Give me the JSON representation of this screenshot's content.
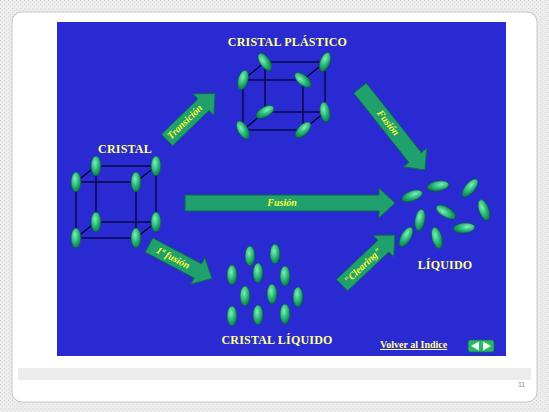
{
  "diagram": {
    "nodes": [
      {
        "text": [
          "CRISTAL PLÁSTICO"
        ]
      },
      {
        "text": [
          "CRISTAL"
        ]
      },
      {
        "text": [
          "LÍQUIDO"
        ]
      },
      {
        "text": [
          "CRISTAL LÍQUIDO"
        ]
      }
    ],
    "edges": [
      {
        "from": 1,
        "to": 0,
        "label": "Transición",
        "arrow": "to"
      },
      {
        "from": 0,
        "to": 2,
        "label": "Fusión",
        "arrow": "to"
      },
      {
        "from": 1,
        "to": 2,
        "label": "Fusión",
        "arrow": "to"
      },
      {
        "from": 1,
        "to": 3,
        "label": "1ª fusión",
        "arrow": "to"
      },
      {
        "from": 3,
        "to": 2,
        "label": "\"Clearing\"",
        "arrow": "to"
      }
    ],
    "labels": [
      "Volver al Indice",
      "11"
    ]
  }
}
